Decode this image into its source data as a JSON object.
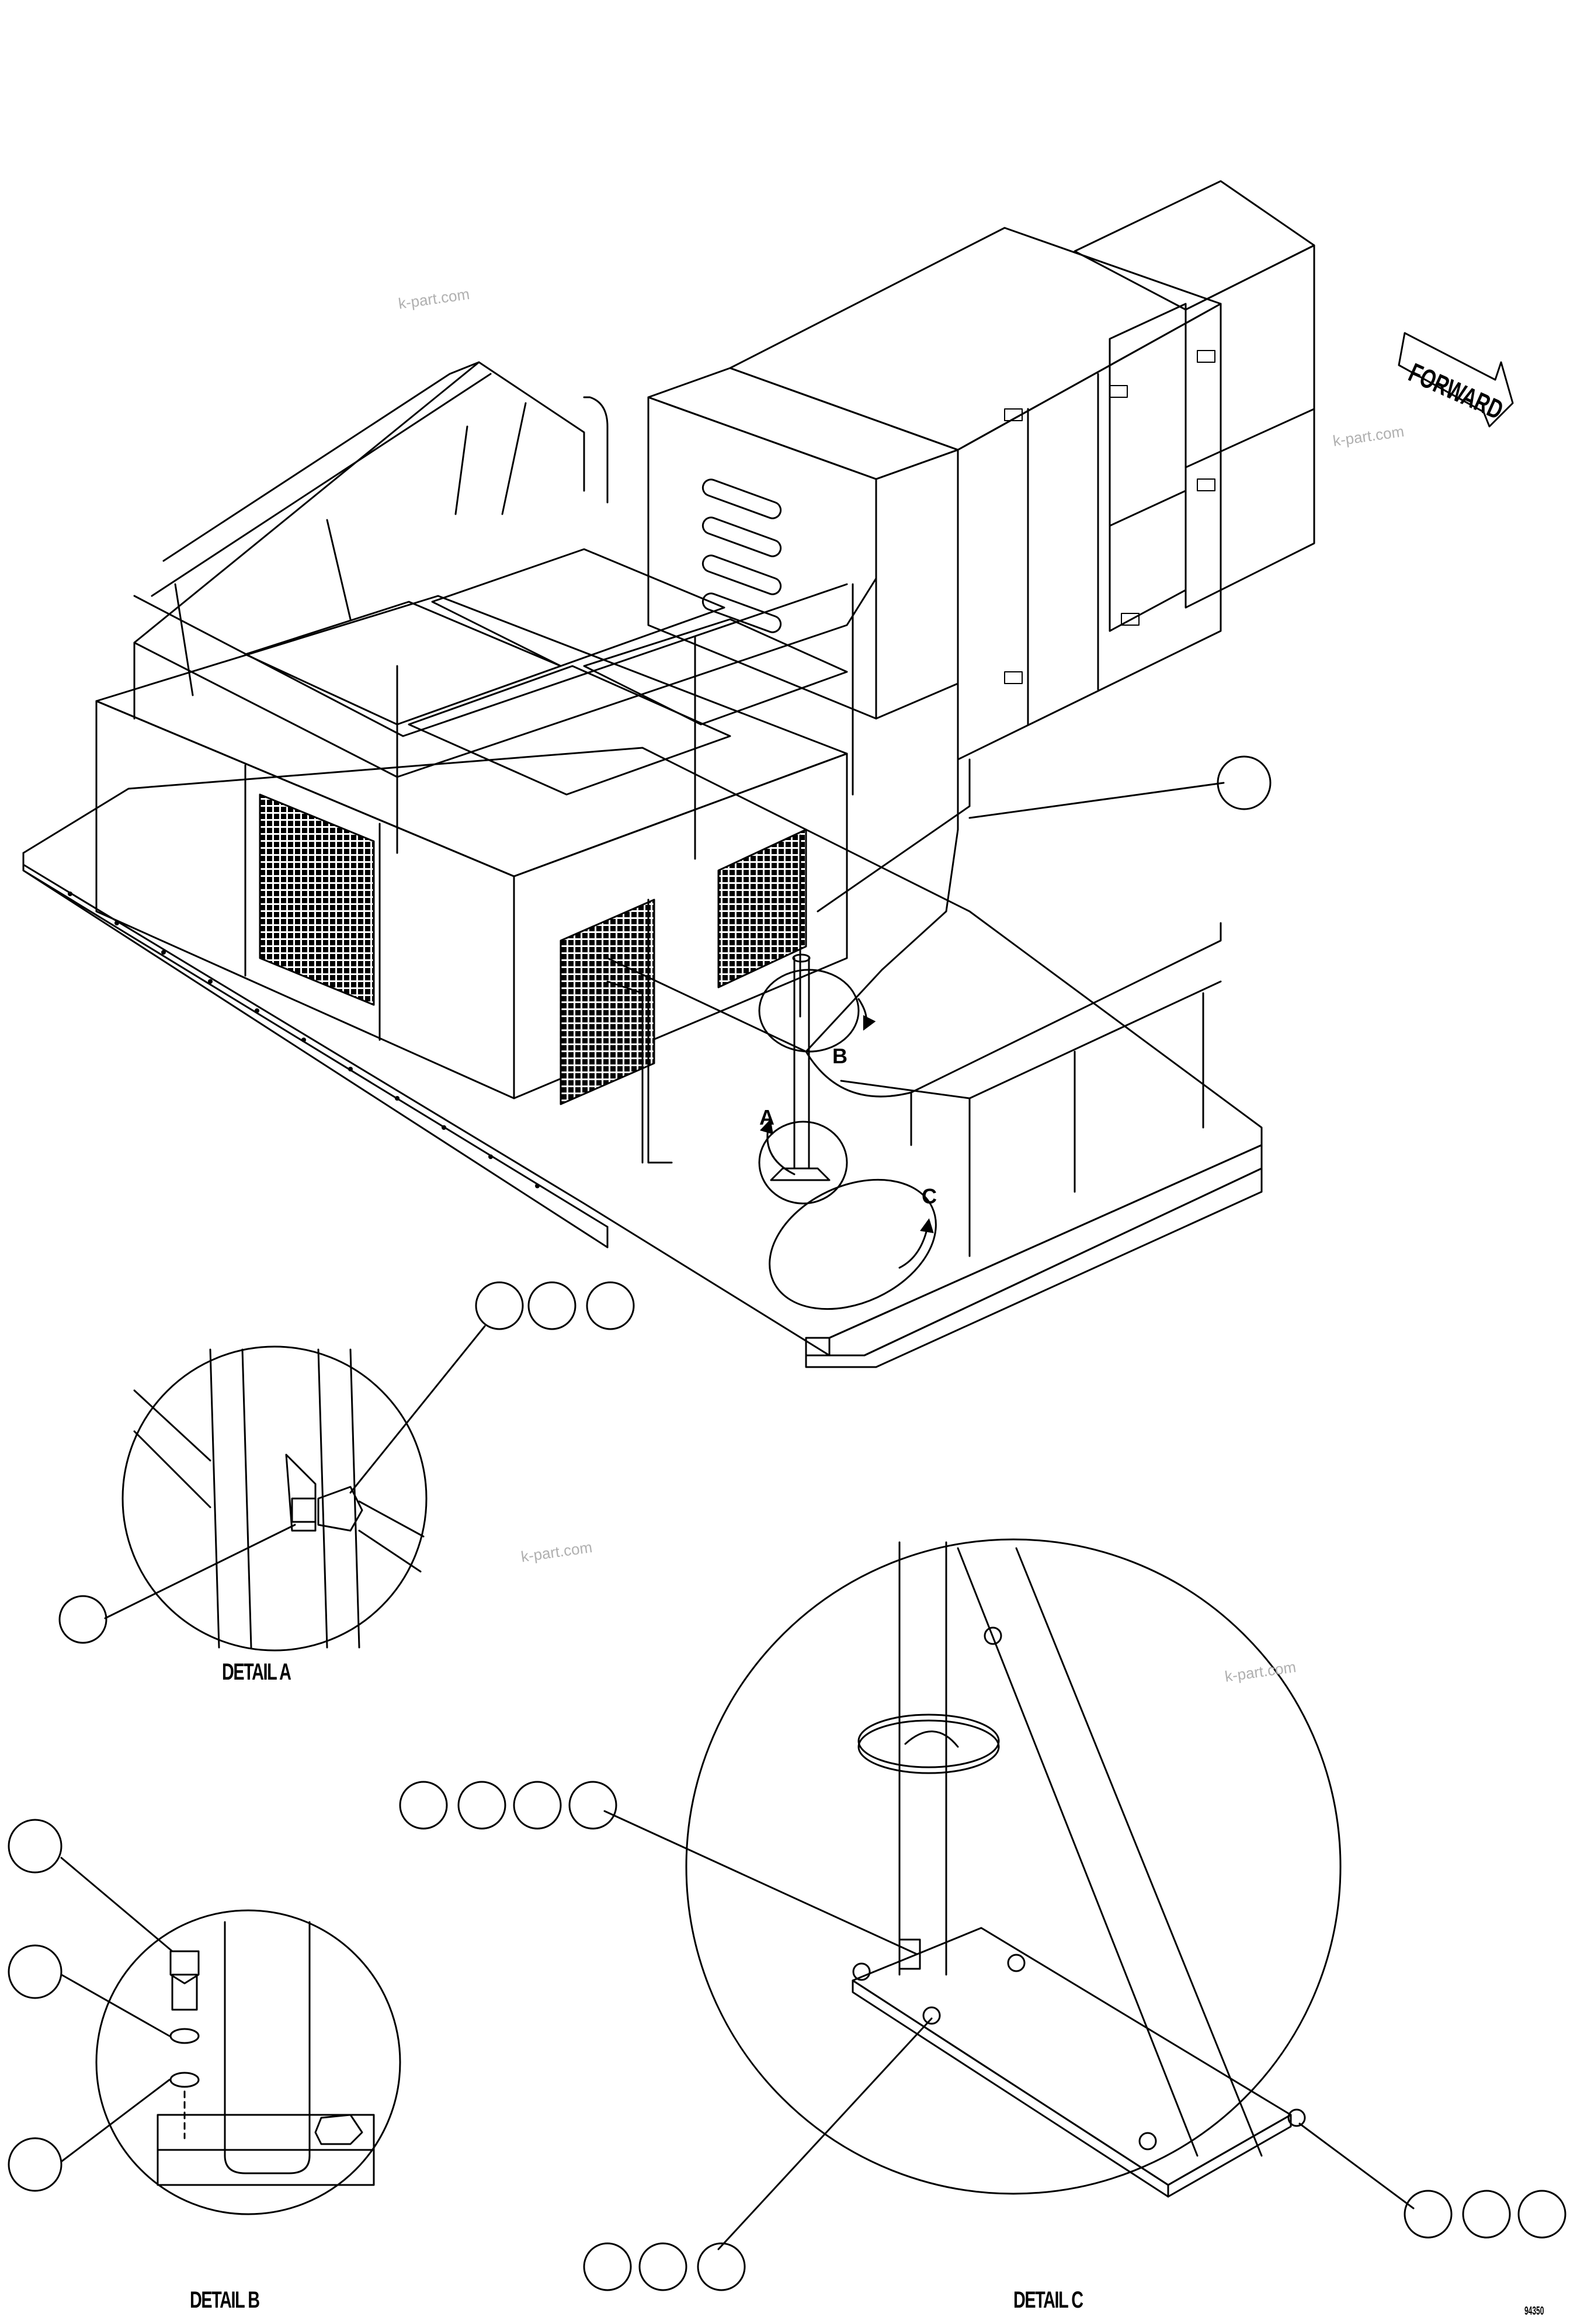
{
  "direction_label": "FORWARD",
  "details": {
    "a_label": "DETAIL A",
    "b_label": "DETAIL B",
    "c_label": "DETAIL C"
  },
  "view_markers": {
    "a": "A",
    "b": "B",
    "c": "C"
  },
  "watermark": "k-part.com",
  "drawing_number": "94350",
  "colors": {
    "line": "#000000",
    "paper": "#ffffff",
    "watermark": "#b0b0b0"
  }
}
